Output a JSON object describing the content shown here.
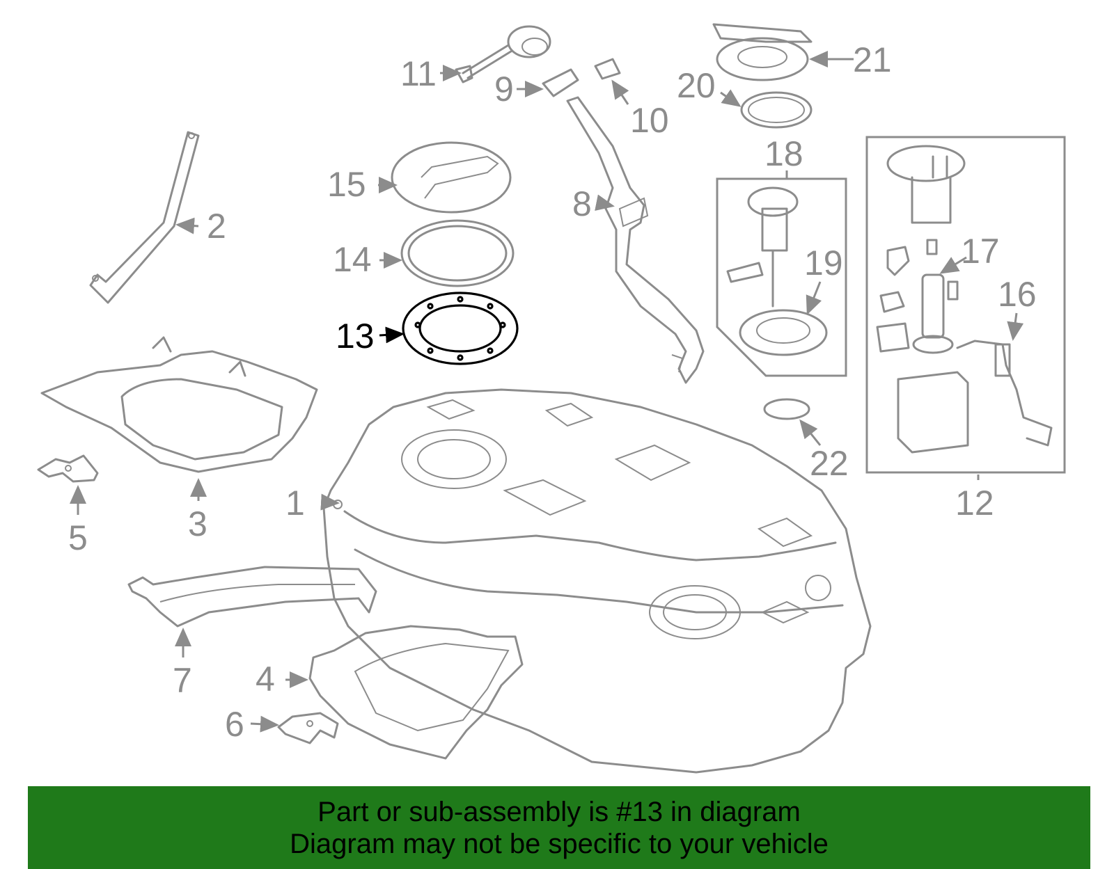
{
  "diagram": {
    "highlighted_callout": "13",
    "callouts": [
      "1",
      "2",
      "3",
      "4",
      "5",
      "6",
      "7",
      "8",
      "9",
      "10",
      "11",
      "12",
      "13",
      "14",
      "15",
      "16",
      "17",
      "18",
      "19",
      "20",
      "21",
      "22"
    ]
  },
  "banner": {
    "line1": "Part or sub-assembly is #13 in diagram",
    "line2": "Diagram may not be specific to your vehicle",
    "background": "#1f7a1a"
  },
  "colors": {
    "part_lines": "#8c8c8c",
    "highlight": "#000000"
  }
}
